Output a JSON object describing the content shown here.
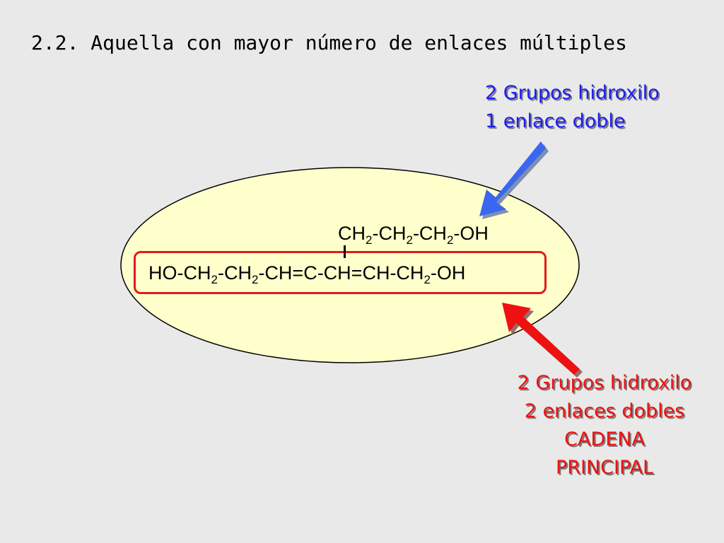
{
  "title": "2.2. Aquella con mayor número de enlaces múltiples",
  "branch_formula": {
    "segments": [
      "CH",
      "2",
      "-CH",
      "2",
      "-CH",
      "2",
      "-OH"
    ]
  },
  "main_formula": {
    "segments": [
      "HO-CH",
      "2",
      "-CH",
      "2",
      "-CH=C-CH=CH-CH",
      "2",
      "-OH"
    ]
  },
  "annotations": {
    "branch": {
      "line1": "2 Grupos hidroxilo",
      "line2": "1 enlace doble",
      "color": "#1f1ff0"
    },
    "main_chain": {
      "line1": "2 Grupos hidroxilo",
      "line2": "2 enlaces dobles",
      "line3": "CADENA",
      "line4": "PRINCIPAL",
      "color": "#ee1111"
    }
  },
  "colors": {
    "background": "#e9e9e9",
    "ellipse_fill": "#ffffcc",
    "highlight_box": "#e21a1a",
    "blue_arrow": "#3a66f0",
    "red_arrow": "#ee1111"
  }
}
